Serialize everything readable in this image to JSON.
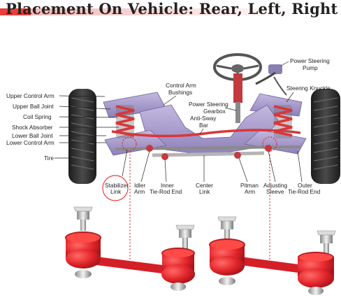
{
  "title": "Placement On Vehicle: Rear, Left, Right",
  "labels": {
    "upper_control_arm": "Upper Control Arm",
    "upper_ball_joint": "Upper Ball Joint",
    "coil_spring": "Coil Spring",
    "shock_absorber": "Shock Absorber",
    "lower_ball_joint": "Lower Ball Joint",
    "lower_control_arm": "Lower Control Arm",
    "tire": "Tire",
    "control_arm_bushings_1": "Control Arm",
    "control_arm_bushings_2": "Bushings",
    "power_steering_gearbox_1": "Power Steering",
    "power_steering_gearbox_2": "Gearbox",
    "anti_sway_bar_1": "Anti-Sway",
    "anti_sway_bar_2": "Bar",
    "power_steering_pump_1": "Power Steering",
    "power_steering_pump_2": "Pump",
    "steering_knuckle": "Steering Knuckle",
    "stabilizer_link_1": "Stabilizer",
    "stabilizer_link_2": "Link",
    "idler_arm_1": "Idler",
    "idler_arm_2": "Arm",
    "inner_tie_rod_end_1": "Inner",
    "inner_tie_rod_end_2": "Tie-Rod End",
    "center_link_1": "Center",
    "center_link_2": "Link",
    "pitman_arm_1": "Pitman",
    "pitman_arm_2": "Arm",
    "adjusting_sleeve_1": "Adjusting",
    "adjusting_sleeve_2": "Sleeve",
    "outer_tie_rod_end_1": "Outer",
    "outer_tie_rod_end_2": "Tie-Rod End"
  },
  "colors": {
    "accent_red": "#e8403a",
    "frame_purple": "#a79bc9",
    "spring_red": "#d9363a",
    "tire_dark": "#2a2a2a",
    "product_red": "#e3252b",
    "metal_silver": "#c8c8c8"
  }
}
